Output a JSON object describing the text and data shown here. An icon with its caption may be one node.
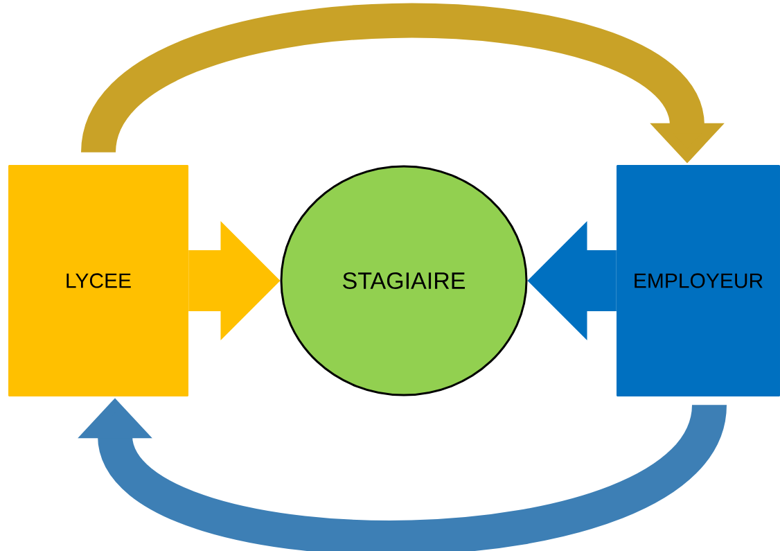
{
  "diagram": {
    "nodes": [
      {
        "text": [
          "LYCEE"
        ]
      },
      {
        "text": [
          "STAGIAIRE"
        ]
      },
      {
        "text": [
          "EMPLOYEUR"
        ]
      }
    ],
    "edges": [
      {
        "from": 0,
        "to": 1,
        "arrow": "to",
        "style": "thick",
        "color": "#ffc000"
      },
      {
        "from": 2,
        "to": 1,
        "arrow": "to",
        "style": "thick",
        "color": "#0070c0"
      },
      {
        "from": 0,
        "to": 2,
        "arrow": "to",
        "color": "#c9a227"
      },
      {
        "from": 2,
        "to": 0,
        "arrow": "to",
        "color": "#3d7fb5"
      }
    ]
  }
}
